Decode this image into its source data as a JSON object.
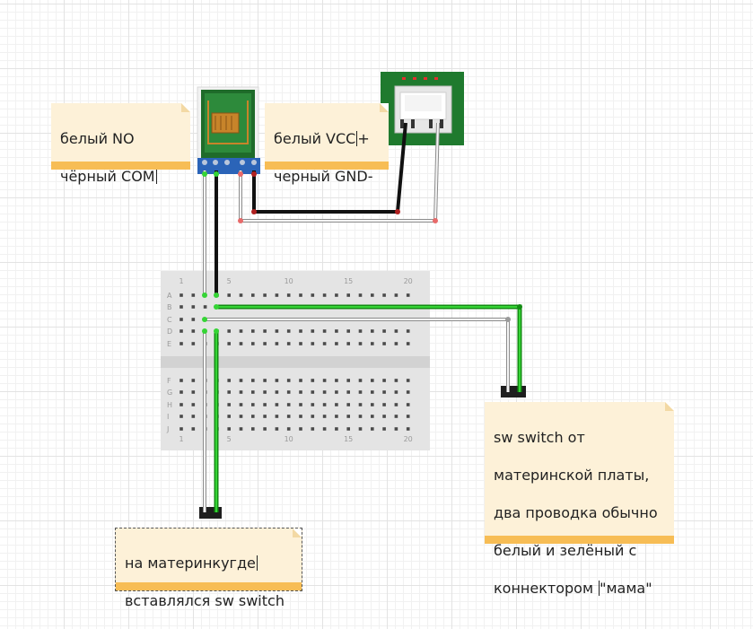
{
  "notes": {
    "relay": {
      "line1": "белый NO",
      "line2": "чёрный COM"
    },
    "power": {
      "line1a": "белый VCC",
      "line1b": "+",
      "line2": "черный GND-"
    },
    "switch_source": {
      "line1": "sw switch от",
      "line2": "материнской платы,",
      "line3": "два проводка обычно",
      "line4": "белый и зелёный с",
      "line5a": "коннектором ",
      "line5b": "\"мама\""
    },
    "motherboard": {
      "line1": "на материнкугде",
      "line2": "вставлялся sw switch"
    }
  },
  "breadboard": {
    "rows_top": [
      "A",
      "B",
      "C",
      "D",
      "E"
    ],
    "rows_bottom": [
      "F",
      "G",
      "H",
      "I",
      "J"
    ],
    "column_numbers": [
      "1",
      "5",
      "10",
      "15",
      "20"
    ]
  },
  "colors": {
    "note_fill": "#fdf1d8",
    "note_bar": "#f7bd55",
    "wire_green": "#25c425",
    "wire_black": "#1e1e1e",
    "wire_white": "#f4f4f4",
    "pcb_green": "#1f7a2e",
    "terminal_blue": "#2b64b8"
  }
}
